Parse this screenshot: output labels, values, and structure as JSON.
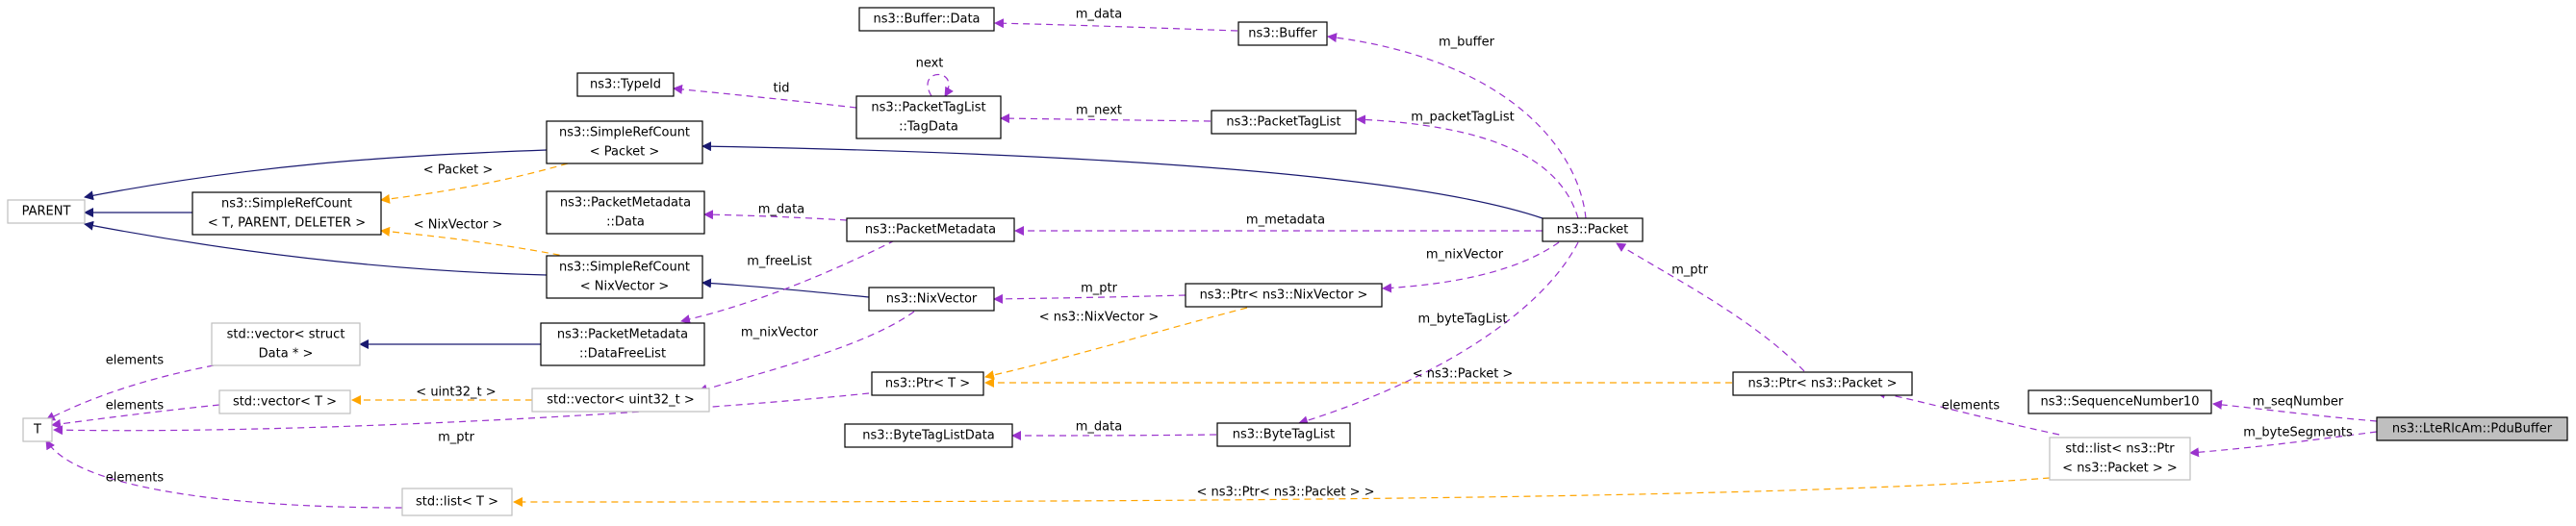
{
  "nodes": {
    "buffer_data": "ns3::Buffer::Data",
    "buffer": "ns3::Buffer",
    "typeid": "ns3::TypeId",
    "tagdata_1": "ns3::PacketTagList",
    "tagdata_2": "::TagData",
    "packettaglist": "ns3::PacketTagList",
    "parent": "PARENT",
    "src_packet_1": "ns3::SimpleRefCount",
    "src_packet_2": "< Packet >",
    "src_generic_1": "ns3::SimpleRefCount",
    "src_generic_2": "< T, PARENT, DELETER >",
    "pm_data_1": "ns3::PacketMetadata",
    "pm_data_2": "::Data",
    "packetmetadata": "ns3::PacketMetadata",
    "packet": "ns3::Packet",
    "src_nix_1": "ns3::SimpleRefCount",
    "src_nix_2": "< NixVector >",
    "nixvector": "ns3::NixVector",
    "ptr_nix": "ns3::Ptr< ns3::NixVector >",
    "vec_struct_1": "std::vector< struct",
    "vec_struct_2": "Data * >",
    "pm_dfl_1": "ns3::PacketMetadata",
    "pm_dfl_2": "::DataFreeList",
    "ptr_t": "ns3::Ptr< T >",
    "ptr_packet": "ns3::Ptr< ns3::Packet >",
    "seqnum": "ns3::SequenceNumber10",
    "pdubuffer": "ns3::LteRlcAm::PduBuffer",
    "t": "T",
    "vec_t": "std::vector< T >",
    "vec_u32": "std::vector< uint32_t >",
    "bytetaglistdata": "ns3::ByteTagListData",
    "bytetaglist": "ns3::ByteTagList",
    "list_ptr_1": "std::list< ns3::Ptr",
    "list_ptr_2": "< ns3::Packet > >",
    "list_t": "std::list< T >"
  },
  "edges": {
    "m_data_buffer": "m_data",
    "m_buffer": "m_buffer",
    "tid": "tid",
    "next": "next",
    "m_next": "m_next",
    "m_packetTagList": "m_packetTagList",
    "tmpl_packet": "< Packet >",
    "tmpl_nixvector": "< NixVector >",
    "m_data_pm": "m_data",
    "m_metadata": "m_metadata",
    "m_freeList": "m_freeList",
    "m_ptr_nix": "m_ptr",
    "m_nixVector_1": "m_nixVector",
    "m_nixVector_2": "m_nixVector",
    "m_byteTagList": "m_byteTagList",
    "m_ptr_packet": "m_ptr",
    "tmpl_nixvector2": "< ns3::NixVector >",
    "tmpl_packet2": "< ns3::Packet >",
    "elements_1": "elements",
    "elements_2": "elements",
    "elements_3": "elements",
    "elements_4": "elements",
    "tmpl_uint32": "< uint32_t >",
    "m_ptr_t": "m_ptr",
    "m_data_btl": "m_data",
    "m_seqNumber": "m_seqNumber",
    "m_byteSegments": "m_byteSegments",
    "tmpl_list": "< ns3::Ptr< ns3::Packet > >"
  },
  "colors": {
    "member_edge": "#9a32cd",
    "template_edge": "#ffa500",
    "inherit_edge": "#191970",
    "focus_fill": "#bfbfbf",
    "undocumented_border": "#bfbfbf"
  }
}
